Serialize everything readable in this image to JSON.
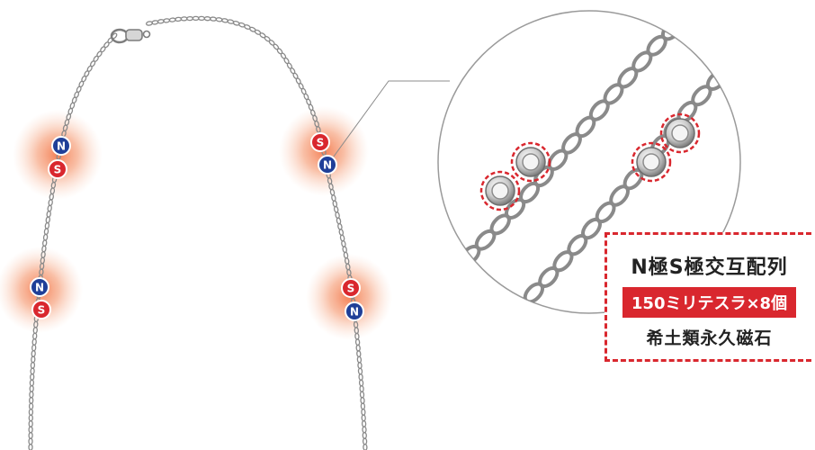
{
  "colors": {
    "north": "#1f3f98",
    "south": "#d9272e",
    "glow": "#f26b3a",
    "chain": "#8a8a8a",
    "accent": "#d9272e"
  },
  "magnet_labels": {
    "north": "N",
    "south": "S"
  },
  "info_box": {
    "title": "N極S極交互配列",
    "spec": "150ミリテスラ×8個",
    "material": "希土類永久磁石"
  }
}
